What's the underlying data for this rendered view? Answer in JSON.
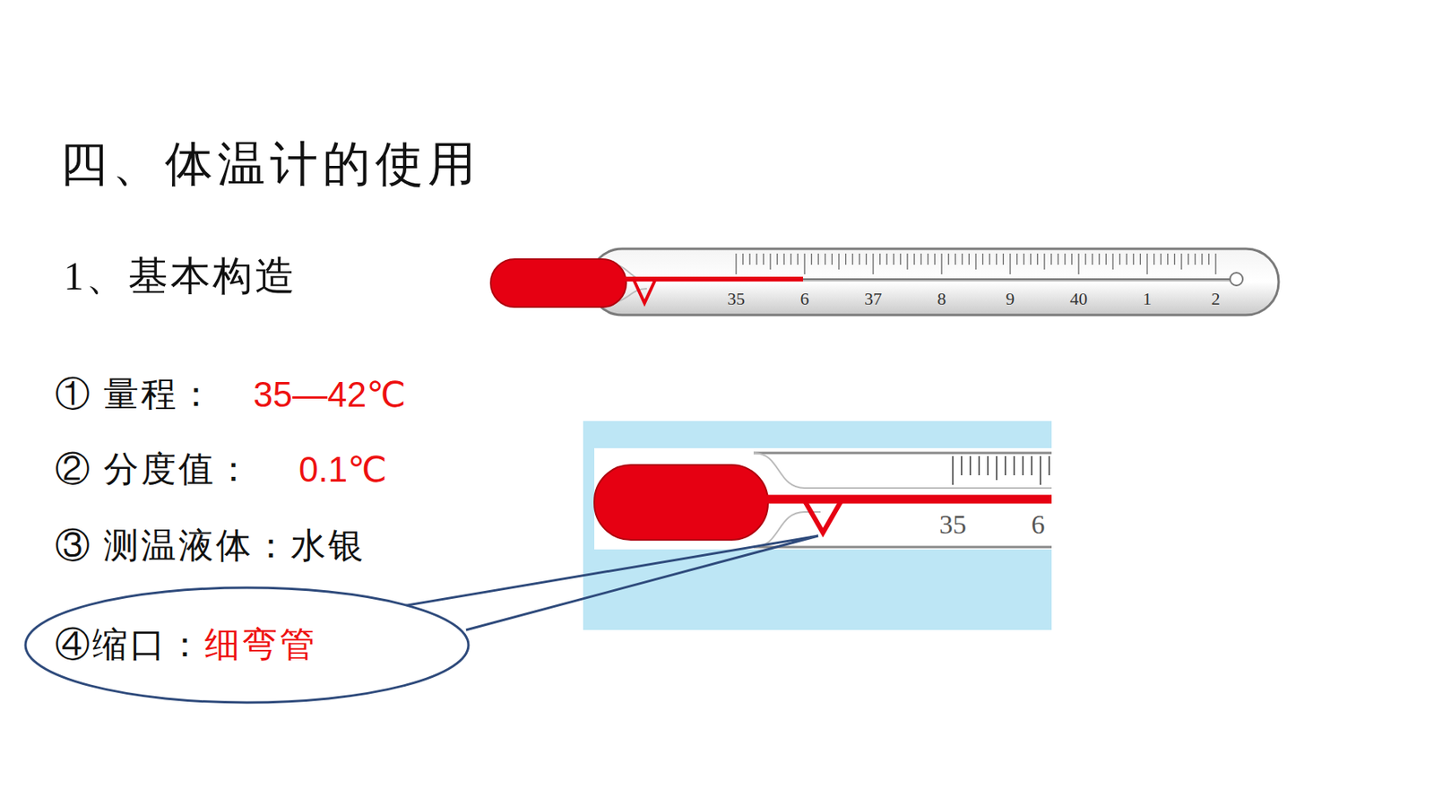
{
  "diagram": {
    "title": "四、体温计的使用",
    "nodes": [
      {
        "text": [
          "④缩口：",
          "细弯管"
        ]
      }
    ],
    "labels": [
      "1、基本构造",
      "① 量程：",
      "35—42℃",
      "② 分度值：",
      "0.1℃",
      "③ 测温液体：水银",
      "35",
      "6",
      "37",
      "8",
      "9",
      "40",
      "1",
      "2",
      "35",
      "6"
    ]
  }
}
